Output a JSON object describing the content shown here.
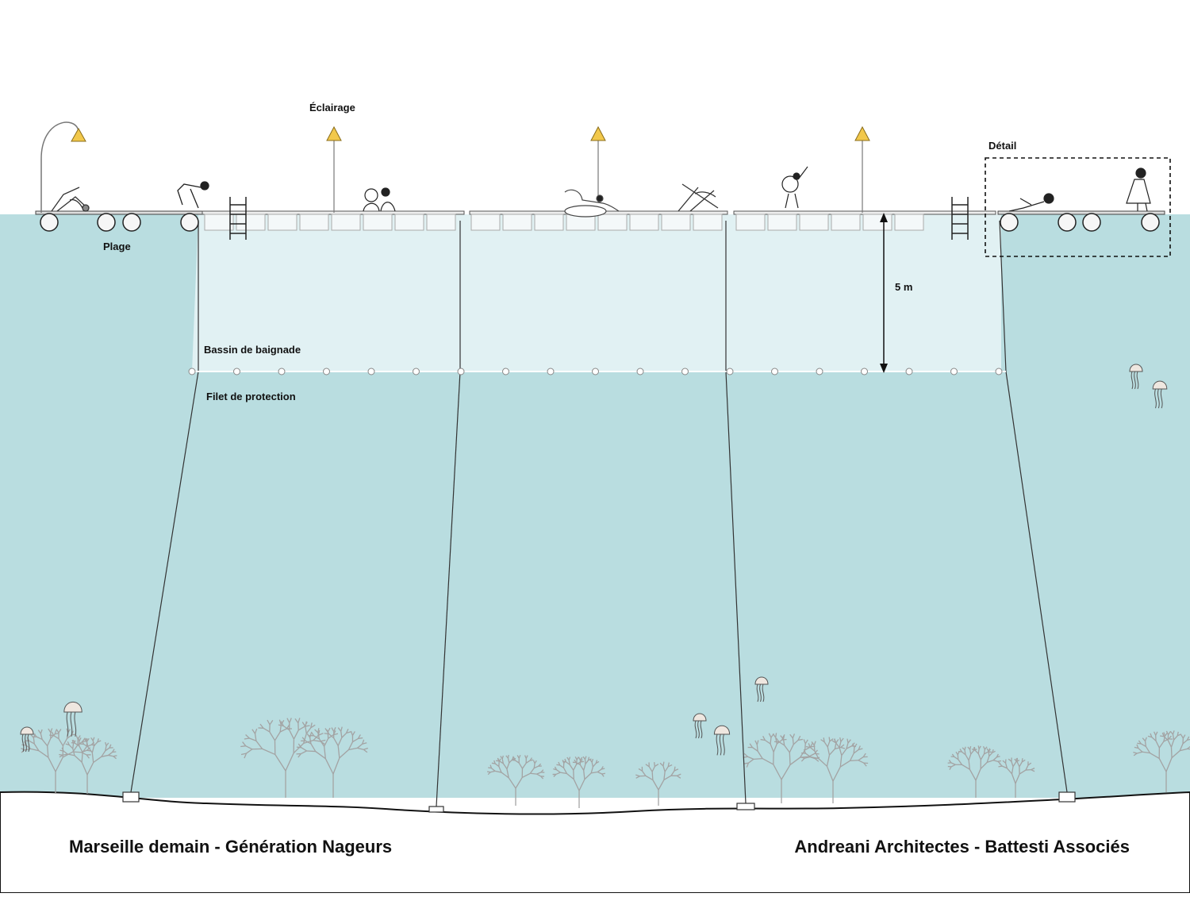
{
  "colors": {
    "sea": "#b9dde0",
    "pool": "#e6f3f5",
    "lamp": "#f2c84b",
    "coral": "#9a9a9a",
    "ink": "#222222"
  },
  "labels": {
    "eclairage": "Éclairage",
    "detail": "Détail",
    "plage": "Plage",
    "depth": "5 m",
    "bassin": "Bassin de baignade",
    "filet": "Filet de protection"
  },
  "footer": {
    "left": "Marseille demain - Génération Nageurs",
    "right": "Andreani Architectes - Battesti Associés"
  },
  "icons": [
    "lamp-icon",
    "ladder-icon",
    "float-icon",
    "jellyfish-icon",
    "coral-icon",
    "swimmer-icon",
    "deckchair-icon"
  ]
}
